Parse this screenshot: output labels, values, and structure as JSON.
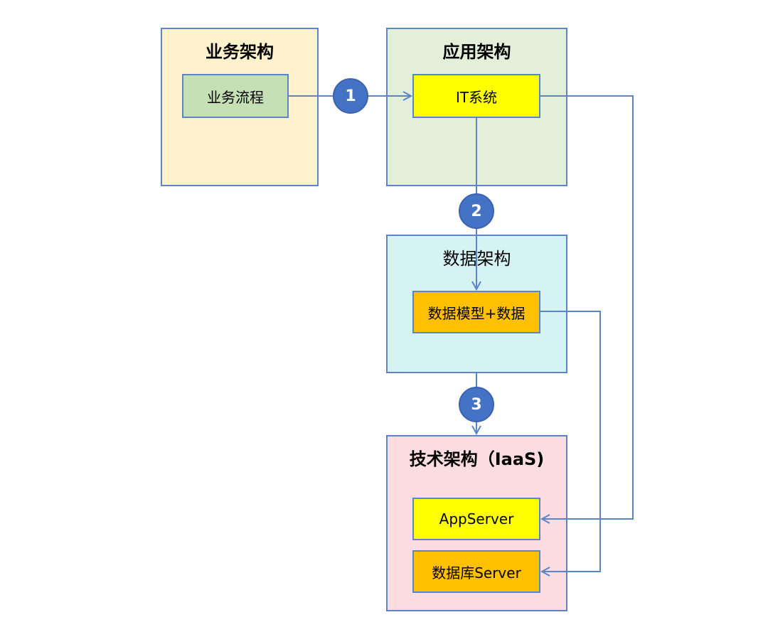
{
  "colors": {
    "line": "#5b84c9",
    "badge": "#4472c4",
    "business_panel": "#fff1cc",
    "application_panel": "#e3efd9",
    "data_panel": "#d5f3f2",
    "tech_panel": "#fbdde1",
    "green_node": "#c5e0b4",
    "yellow_node": "#ffff00",
    "orange_node": "#ffc000"
  },
  "panels": {
    "business": {
      "title": "业务架构"
    },
    "application": {
      "title": "应用架构"
    },
    "data": {
      "title": "数据架构"
    },
    "technology": {
      "title": "技术架构（IaaS)"
    }
  },
  "nodes": {
    "business_process": "业务流程",
    "it_system": "IT系统",
    "data_model": "数据模型+数据",
    "app_server": "AppServer",
    "db_server": "数据库Server"
  },
  "badges": [
    "1",
    "2",
    "3"
  ]
}
